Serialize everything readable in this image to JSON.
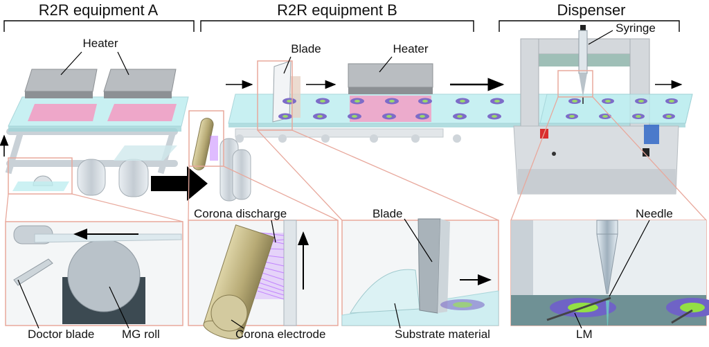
{
  "sections": {
    "equipment_a": "R2R equipment A",
    "equipment_b": "R2R equipment B",
    "dispenser": "Dispenser"
  },
  "labels": {
    "heater_a": "Heater",
    "blade_top": "Blade",
    "heater_b": "Heater",
    "syringe": "Syringe",
    "corona_discharge": "Corona discharge",
    "blade_detail": "Blade",
    "needle": "Needle",
    "doctor_blade": "Doctor blade",
    "mg_roll": "MG roll",
    "corona_electrode": "Corona electrode",
    "substrate_material": "Substrate material",
    "lm": "LM"
  },
  "colors": {
    "detail_frame": "#e8a89c",
    "heater": "#a9adb1",
    "heat_zone": "#f59ac2",
    "substrate": "#a8e0e4",
    "pattern_ring": "#7d6cc8",
    "pattern_core": "#9bd86a",
    "corona_electrode": "#c8bd8c",
    "corona_discharge": "#b76bff"
  }
}
